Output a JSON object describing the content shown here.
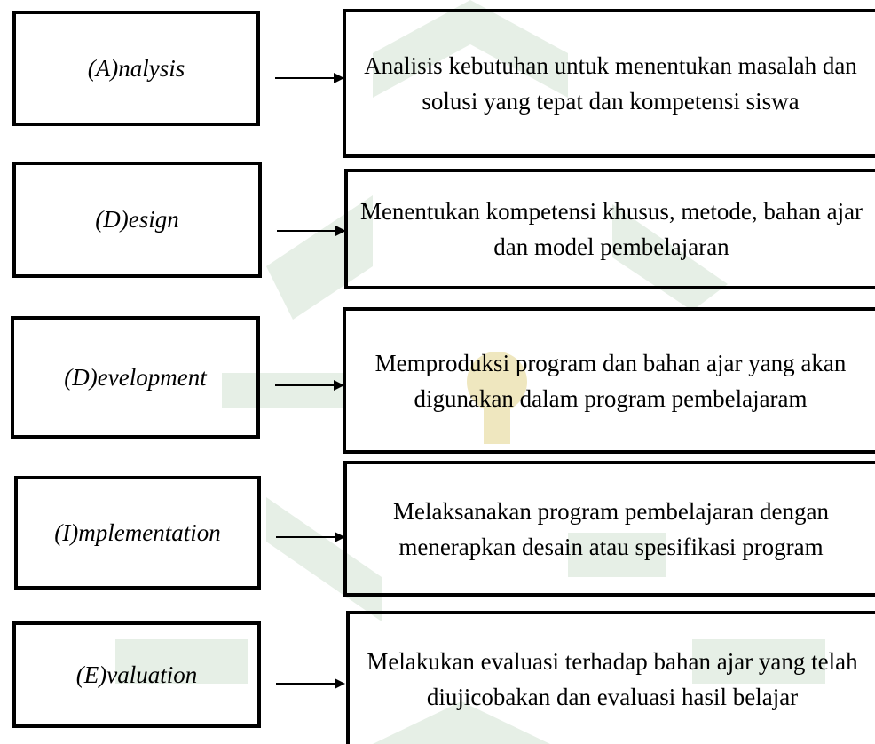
{
  "diagram": {
    "colors": {
      "stroke": "#000000",
      "watermark": "#e6efe6",
      "watermark_center": "#efe7bf"
    },
    "steps": [
      {
        "phase": "(A)nalysis",
        "description": "Analisis kebutuhan untuk menentukan masalah dan solusi yang tepat dan kompetensi siswa"
      },
      {
        "phase": "(D)esign",
        "description": "Menentukan kompetensi khusus, metode, bahan ajar dan model pembelajaran"
      },
      {
        "phase": "(D)evelopment",
        "description": "Memproduksi program dan bahan ajar yang akan digunakan dalam program pembelajaram"
      },
      {
        "phase": "(I)mplementation",
        "description": "Melaksanakan program pembelajaran dengan menerapkan desain atau spesifikasi program"
      },
      {
        "phase": "(E)valuation",
        "description": "Melakukan evaluasi terhadap bahan ajar yang telah diujicobakan dan evaluasi hasil belajar"
      }
    ]
  }
}
